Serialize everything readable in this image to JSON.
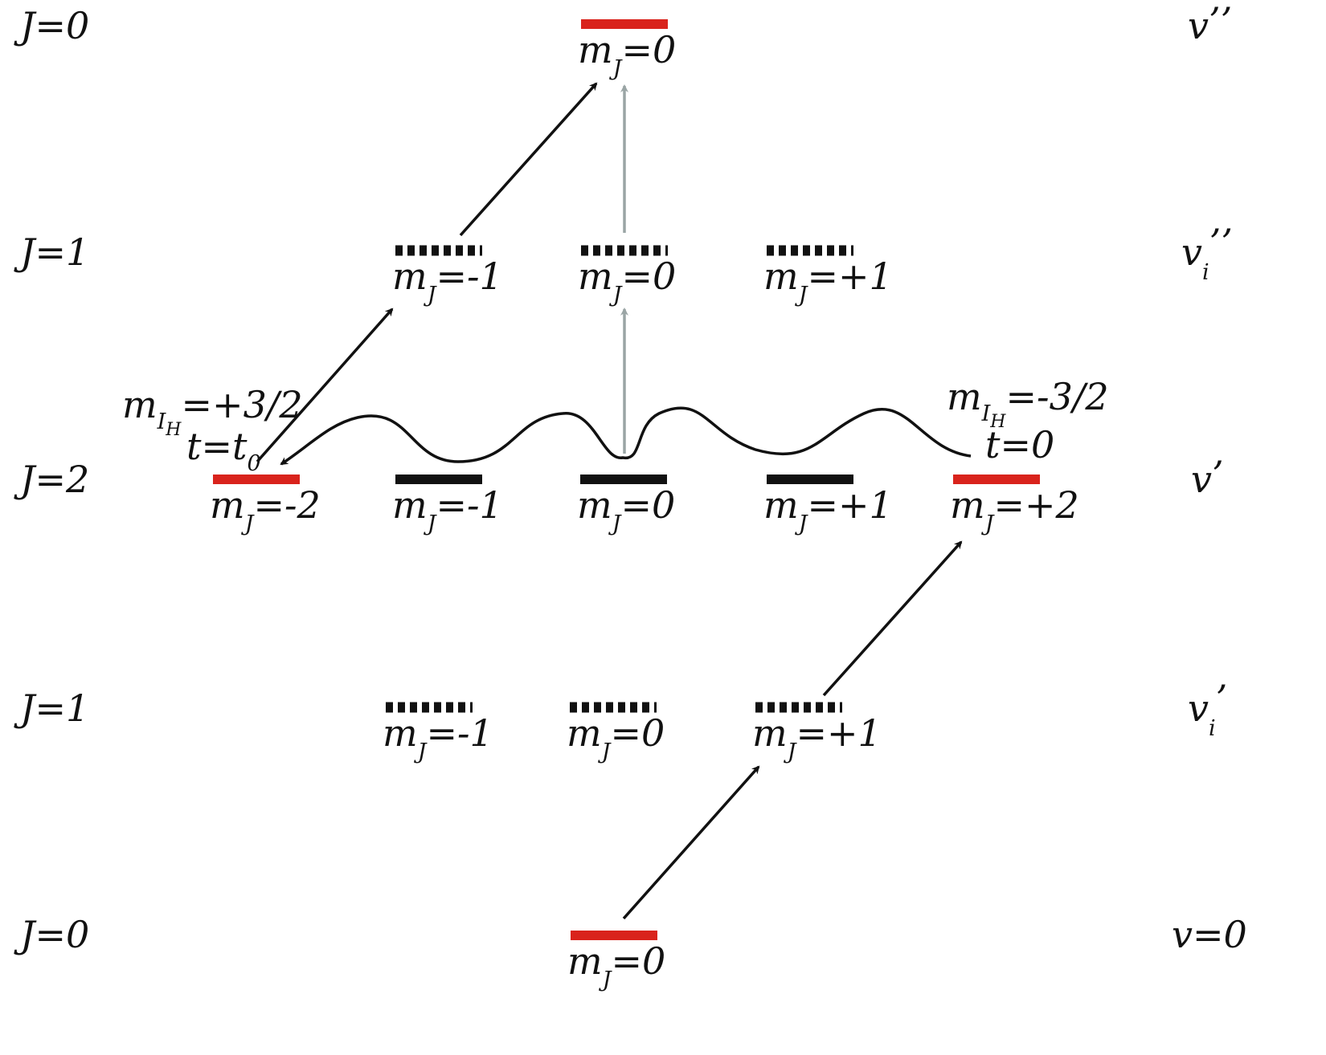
{
  "colors": {
    "highlight_level": "#d9231c",
    "normal_level": "#111111",
    "arrow_black": "#111111",
    "arrow_grey": "#9aa5a5",
    "wave": "#111111"
  },
  "rows": {
    "J0_top": {
      "J_label": "J=0",
      "v_label": "v",
      "v_primes": "’’",
      "v_sub": ""
    },
    "J1_upper": {
      "J_label": "J=1",
      "v_label": "v",
      "v_primes": "’’",
      "v_sub": "i"
    },
    "J2": {
      "J_label": "J=2",
      "v_label": "v",
      "v_primes": "’",
      "v_sub": ""
    },
    "J1_lower": {
      "J_label": "J=1",
      "v_label": "v",
      "v_primes": "’",
      "v_sub": "i"
    },
    "J0_bottom": {
      "J_label": "J=0",
      "v_label": "v=0",
      "v_primes": "",
      "v_sub": ""
    }
  },
  "levels": {
    "J0_top": [
      {
        "mJ": "=0",
        "style": "highlight"
      }
    ],
    "J1_upper": [
      {
        "mJ": "=-1",
        "style": "dashed"
      },
      {
        "mJ": "=0",
        "style": "dashed"
      },
      {
        "mJ": "=+1",
        "style": "dashed"
      }
    ],
    "J2": [
      {
        "mJ": "=-2",
        "style": "highlight"
      },
      {
        "mJ": "=-1",
        "style": "solid"
      },
      {
        "mJ": "=0",
        "style": "solid"
      },
      {
        "mJ": "=+1",
        "style": "solid"
      },
      {
        "mJ": "=+2",
        "style": "highlight"
      }
    ],
    "J1_lower": [
      {
        "mJ": "=-1",
        "style": "dashed"
      },
      {
        "mJ": "=0",
        "style": "dashed"
      },
      {
        "mJ": "=+1",
        "style": "dashed"
      }
    ],
    "J0_bottom": [
      {
        "mJ": "=0",
        "style": "highlight"
      }
    ]
  },
  "m_symbol": "m",
  "J_symbol": "J",
  "spin_labels": {
    "left": {
      "m": "m",
      "I": "I",
      "H": "H",
      "value": "=+3/2",
      "time": "t=t",
      "time_sub": "0"
    },
    "right": {
      "m": "m",
      "I": "I",
      "H": "H",
      "value": "=-3/2",
      "time": "t=0",
      "time_sub": ""
    }
  }
}
